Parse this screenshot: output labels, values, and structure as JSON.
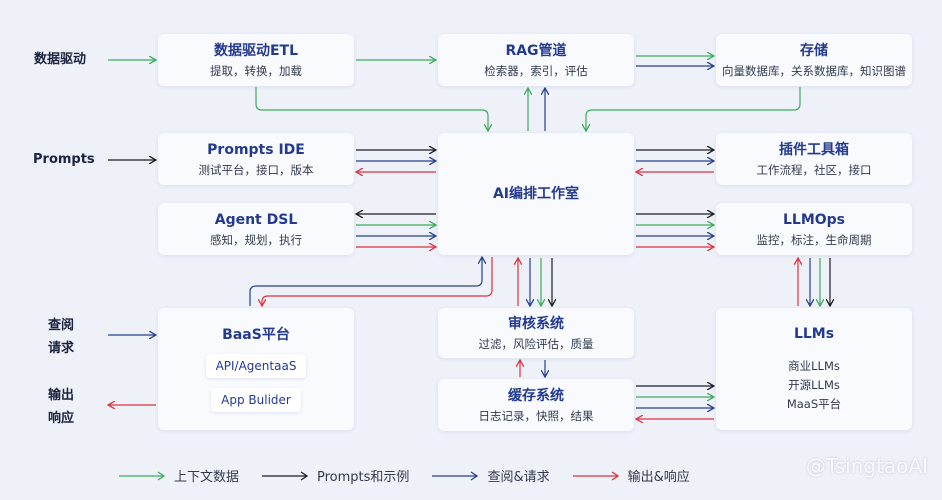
{
  "side_labels": {
    "data_driven": "数据驱动",
    "prompts": "Prompts",
    "query_line1": "查阅",
    "query_line2": "请求",
    "output_line1": "输出",
    "output_line2": "响应"
  },
  "boxes": {
    "etl": {
      "title": "数据驱动ETL",
      "sub": "提取，转换，加载"
    },
    "rag": {
      "title": "RAG管道",
      "sub": "检索器，索引，评估"
    },
    "storage": {
      "title": "存储",
      "sub": "向量数据库，关系数据库，知识图谱"
    },
    "prompts_ide": {
      "title": "Prompts IDE",
      "sub": "测试平台，接口，版本"
    },
    "ai_studio": {
      "title": "AI编排工作室"
    },
    "plugin": {
      "title": "插件工具箱",
      "sub": "工作流程，社区，接口"
    },
    "agent_dsl": {
      "title": "Agent DSL",
      "sub": "感知，规划，执行"
    },
    "llmops": {
      "title": "LLMOps",
      "sub": "监控，标注，生命周期"
    },
    "baas": {
      "title": "BaaS平台",
      "pill1": "API/AgentaaS",
      "pill2": "App Bulider"
    },
    "review": {
      "title": "审核系统",
      "sub": "过滤，风险评估，质量"
    },
    "cache": {
      "title": "缓存系统",
      "sub": "日志记录，快照，结果"
    },
    "llms": {
      "title": "LLMs",
      "items": [
        "商业LLMs",
        "开源LLMs",
        "MaaS平台"
      ]
    }
  },
  "legend": {
    "context": "上下文数据",
    "prompts": "Prompts和示例",
    "query": "查阅&请求",
    "output": "输出&响应"
  },
  "watermark": "@TsingtaoAI",
  "colors": {
    "green": "#3dab5c",
    "black": "#1c1c24",
    "navy": "#26408f",
    "red": "#d9343f",
    "title": "#243a8f"
  }
}
